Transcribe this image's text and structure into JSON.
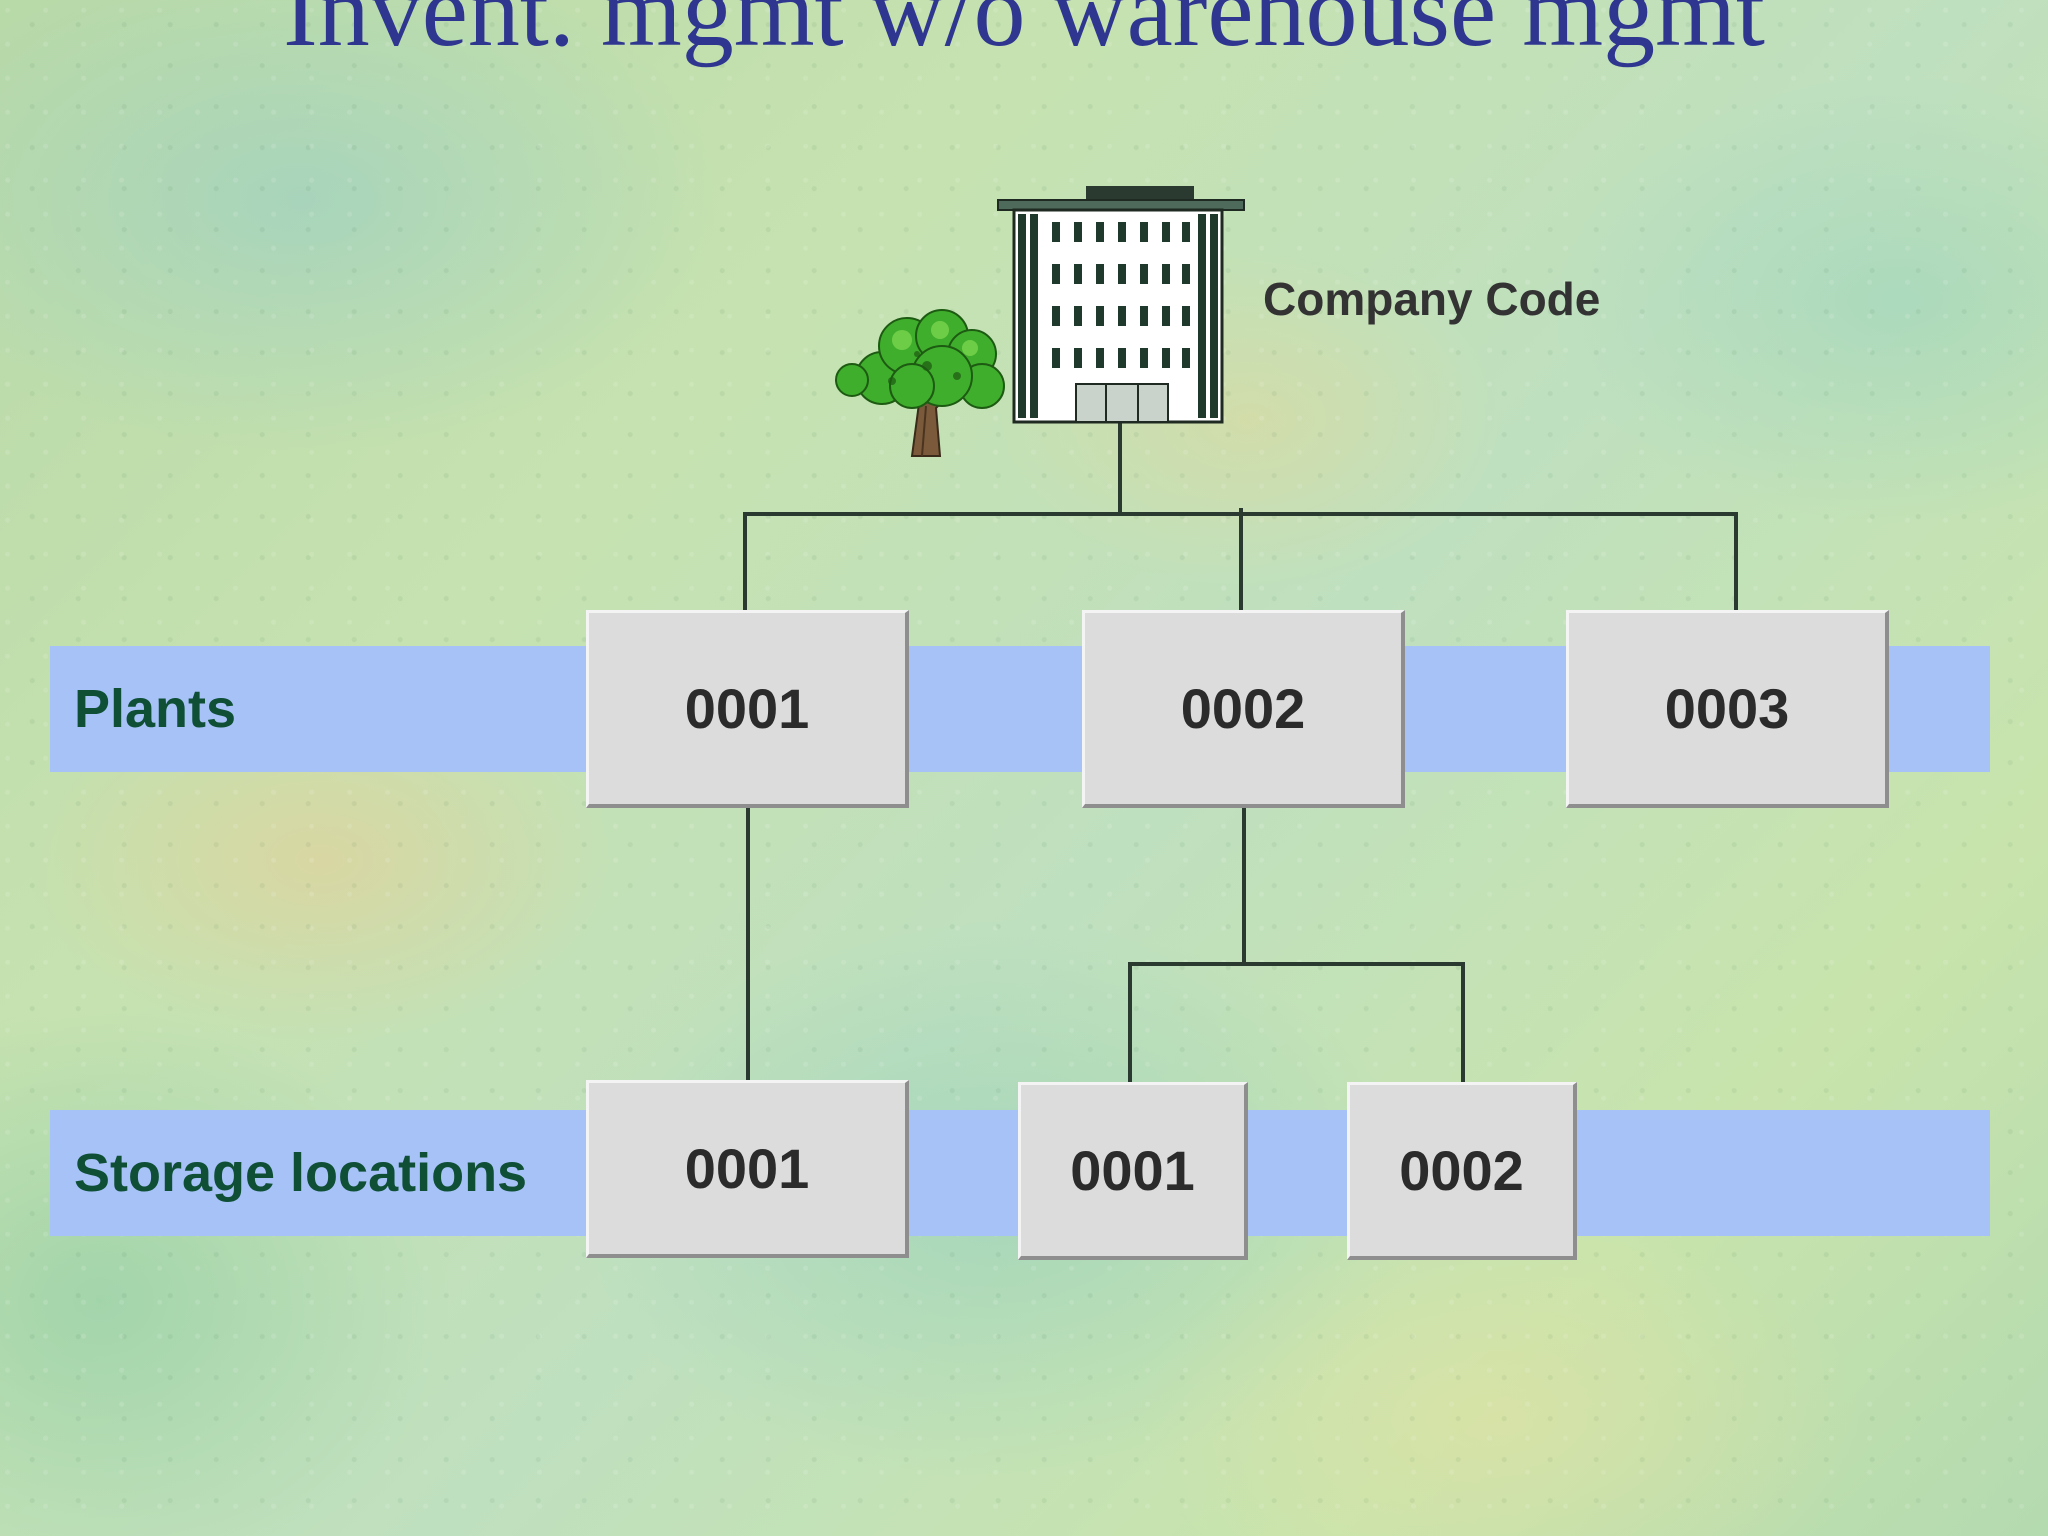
{
  "title": "Invent. mgmt w/o warehouse mgmt",
  "company": {
    "label": "Company Code",
    "icons": [
      "office-building-icon",
      "tree-icon"
    ]
  },
  "levels": {
    "plants": {
      "label": "Plants",
      "nodes": [
        "0001",
        "0002",
        "0003"
      ]
    },
    "storage_locations": {
      "label": "Storage locations",
      "nodes": [
        {
          "code": "0001",
          "plant": "0001"
        },
        {
          "code": "0001",
          "plant": "0002"
        },
        {
          "code": "0002",
          "plant": "0002"
        }
      ]
    }
  },
  "colors": {
    "title": "#2f3690",
    "band": "#a6c2f7",
    "band_label": "#0e4f36",
    "node_fill": "#dcdcdc",
    "connector": "#2b3a30"
  }
}
